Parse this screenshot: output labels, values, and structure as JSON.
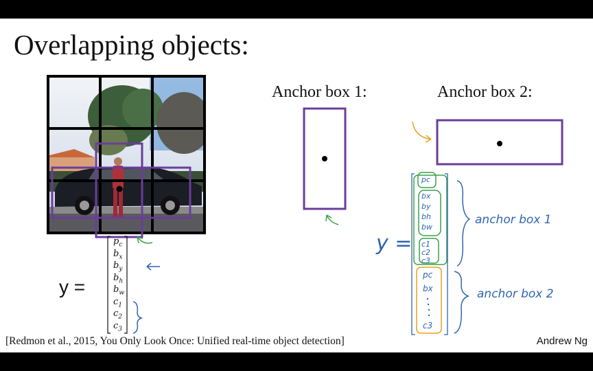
{
  "slide": {
    "title": "Overlapping objects:",
    "citation": "[Redmon et al., 2015, You Only Look Once: Unified real-time object detection]",
    "author": "Andrew Ng"
  },
  "anchors": {
    "box1_label": "Anchor box 1:",
    "box2_label": "Anchor box 2:"
  },
  "output_vector": {
    "lhs": "y =",
    "entries": [
      {
        "base": "p",
        "sub": "c"
      },
      {
        "base": "b",
        "sub": "x"
      },
      {
        "base": "b",
        "sub": "y"
      },
      {
        "base": "b",
        "sub": "h"
      },
      {
        "base": "b",
        "sub": "w"
      },
      {
        "base": "c",
        "sub": "1"
      },
      {
        "base": "c",
        "sub": "2"
      },
      {
        "base": "c",
        "sub": "3"
      }
    ]
  },
  "handwritten": {
    "lhs": "y =",
    "group1_entries": [
      "pc",
      "bx",
      "by",
      "bh",
      "bw",
      "c1",
      "c2",
      "c3"
    ],
    "group1_label": "anchor box 1",
    "group2_entries": [
      "pc",
      "bx",
      "c3"
    ],
    "group2_label": "anchor box 2"
  },
  "colors": {
    "purple": "#6a3d9a",
    "ink_blue": "#2f64b0",
    "ink_green": "#3aa04a",
    "ink_orange": "#e8a020"
  }
}
